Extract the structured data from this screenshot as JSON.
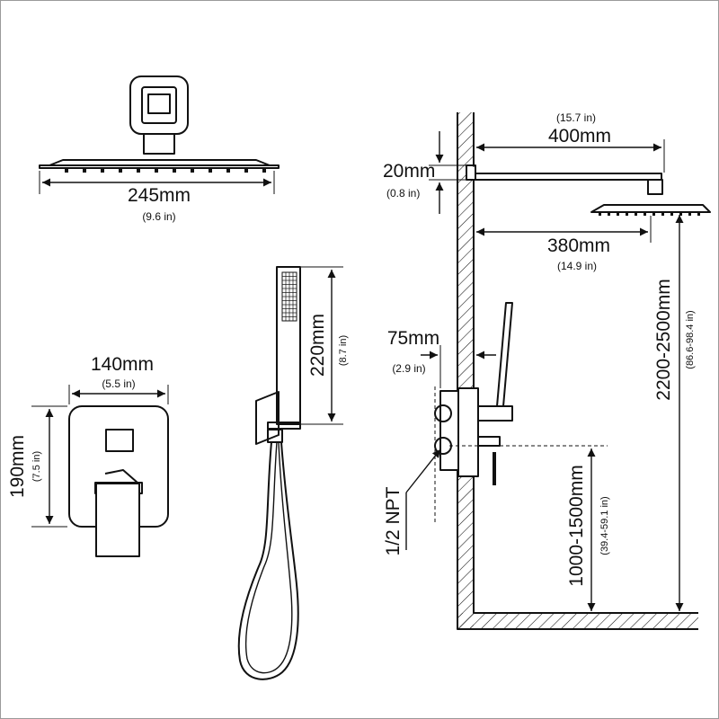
{
  "shower_head_width": {
    "mm": "245mm",
    "in": "(9.6 in)"
  },
  "valve_plate_width": {
    "mm": "140mm",
    "in": "(5.5 in)"
  },
  "valve_plate_height": {
    "mm": "190mm",
    "in": "(7.5 in)"
  },
  "hand_shower_length": {
    "mm": "220mm",
    "in": "(8.7 in)"
  },
  "arm_reach": {
    "mm": "400mm",
    "in": "(15.7 in)"
  },
  "flange_thickness": {
    "mm": "20mm",
    "in": "(0.8 in)"
  },
  "head_offset": {
    "mm": "380mm",
    "in": "(14.9 in)"
  },
  "valve_depth": {
    "mm": "75mm",
    "in": "(2.9 in)"
  },
  "head_height": {
    "mm": "2200-2500mm",
    "in": "(86.6-98.4 in)"
  },
  "valve_height": {
    "mm": "1000-1500mm",
    "in": "(39.4-59.1 in)"
  },
  "inlet_label": "1/2 NPT"
}
